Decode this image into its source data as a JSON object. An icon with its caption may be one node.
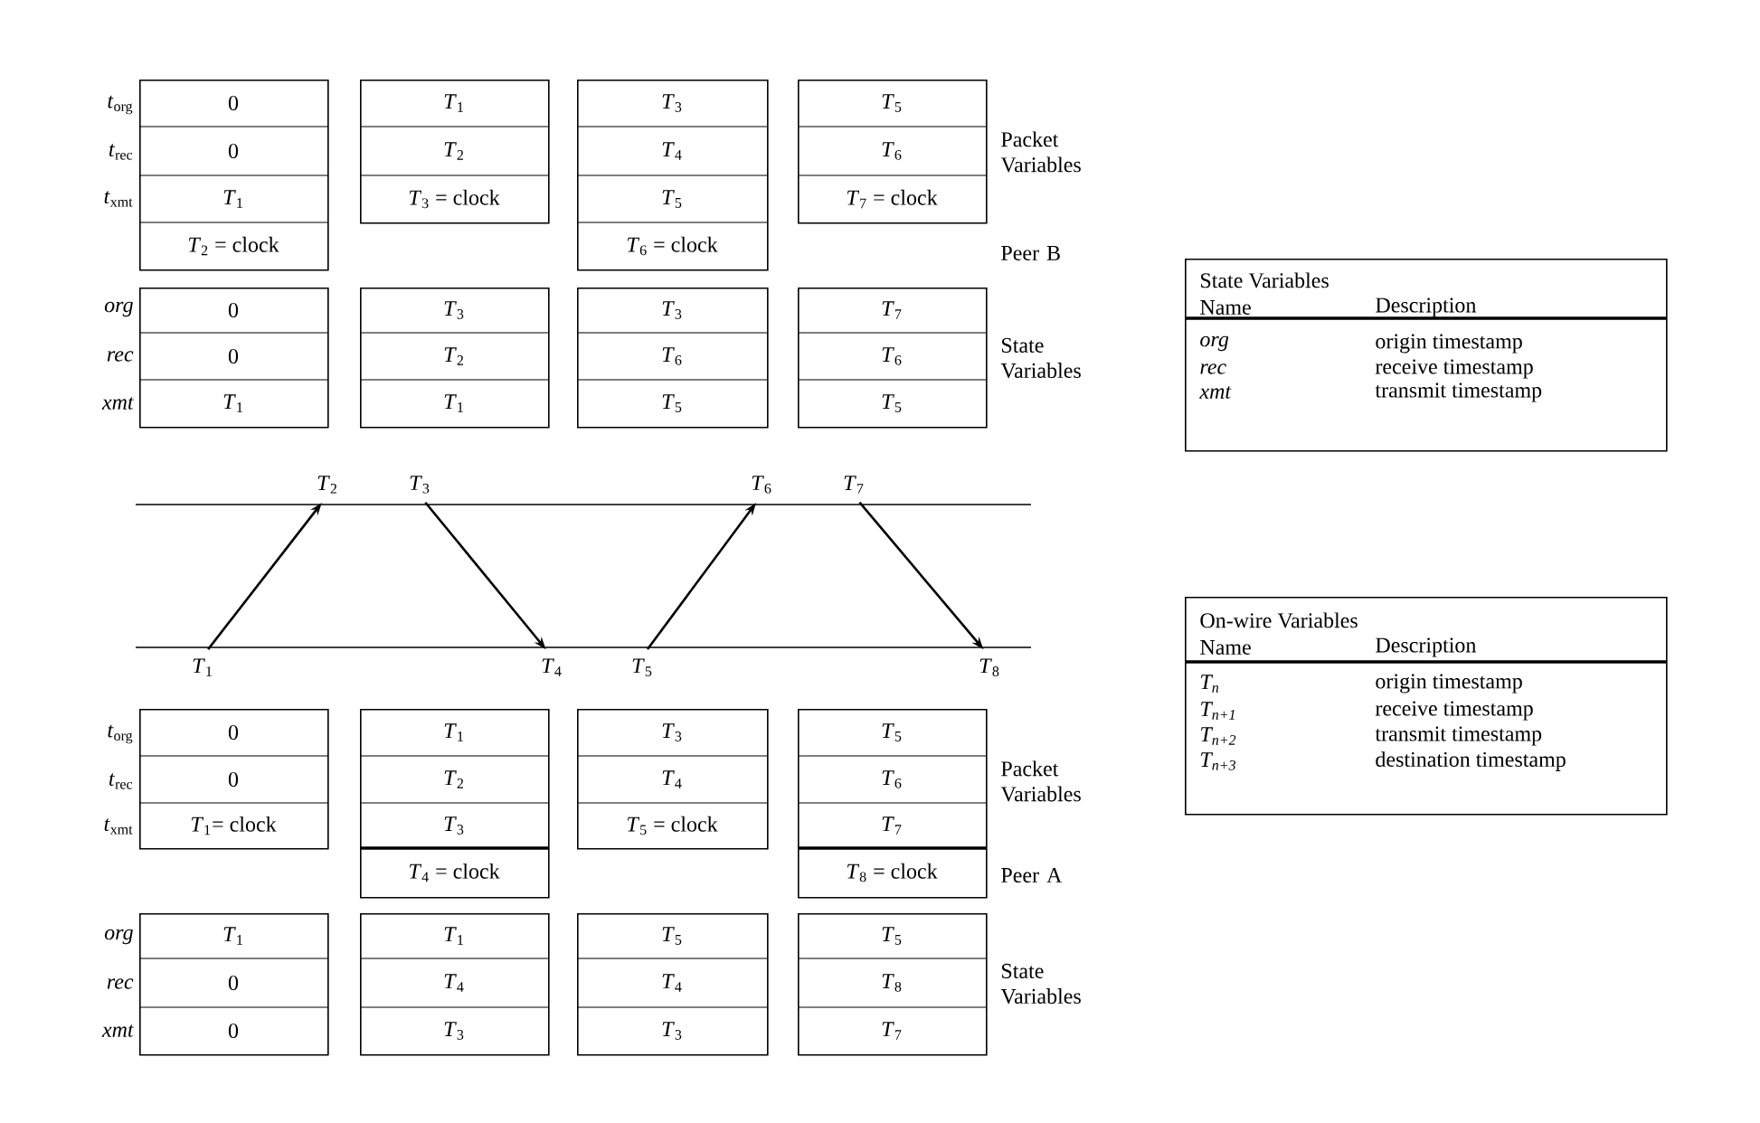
{
  "diagram": {
    "nodes": [
      {
        "text": [
          "0",
          "0",
          "*T*$_{1}$",
          "*T*$_{2}$ = clock"
        ]
      },
      {
        "text": [
          "*T*$_{1}$",
          "*T*$_{2}$",
          "*T*$_{3}$ = clock"
        ]
      },
      {
        "text": [
          "*T*$_{3}$",
          "*T*$_{4}$",
          "*T*$_{5}$",
          "*T*$_{6}$ = clock"
        ]
      },
      {
        "text": [
          "*T*$_{5}$",
          "*T*$_{6}$",
          "*T*$_{7}$ = clock"
        ]
      },
      {
        "text": [
          "0",
          "0",
          "*T*$_{1}$"
        ]
      },
      {
        "text": [
          "*T*$_{3}$",
          "*T*$_{2}$",
          "*T*$_{1}$"
        ]
      },
      {
        "text": [
          "*T*$_{3}$",
          "*T*$_{6}$",
          "*T*$_{5}$"
        ]
      },
      {
        "text": [
          "*T*$_{7}$",
          "*T*$_{6}$",
          "*T*$_{5}$"
        ]
      },
      {
        "text": [
          "*T*$_{2}$"
        ]
      },
      {
        "text": [
          "*T*$_{3}$"
        ]
      },
      {
        "text": [
          "*T*$_{6}$"
        ]
      },
      {
        "text": [
          "*T*$_{7}$"
        ]
      },
      {
        "text": [
          "*T*$_{1}$"
        ]
      },
      {
        "text": [
          "*T*$_{4}$"
        ]
      },
      {
        "text": [
          "*T*$_{5}$"
        ]
      },
      {
        "text": [
          "*T*$_{8}$"
        ]
      },
      {
        "text": [
          "0",
          "0",
          "*T*$_{1}$= clock"
        ]
      },
      {
        "text": [
          "*T*$_{1}$",
          "*T*$_{2}$",
          "*T*$_{3}$",
          "*T*$_{4}$ = clock"
        ]
      },
      {
        "text": [
          "*T*$_{3}$",
          "*T*$_{4}$",
          "*T*$_{5}$ = clock"
        ]
      },
      {
        "text": [
          "*T*$_{5}$",
          "*T*$_{6}$",
          "*T*$_{7}$",
          "*T*$_{8}$ = clock"
        ]
      },
      {
        "text": [
          "*T*$_{1}$",
          "0",
          "0"
        ]
      },
      {
        "text": [
          "*T*$_{1}$",
          "*T*$_{4}$",
          "*T*$_{3}$"
        ]
      },
      {
        "text": [
          "*T*$_{5}$",
          "*T*$_{4}$",
          "*T*$_{3}$"
        ]
      },
      {
        "text": [
          "*T*$_{5}$",
          "*T*$_{8}$",
          "*T*$_{7}$"
        ]
      },
      {
        "text": [
          "State Variables",
          "Name",
          "Description",
          "org",
          "origin timestamp",
          "rec",
          "receive timestamp",
          "xmt",
          "transmit timestamp"
        ]
      },
      {
        "text": [
          "On-wire Variables",
          "Name",
          "Description",
          "*T*$_{n}$",
          "origin timestamp",
          "*T*$_{n+1}$",
          "receive timestamp",
          "*T*$_{n+2}$",
          "transmit timestamp",
          "*T*$_{n+3}$",
          "destination timestamp"
        ]
      }
    ],
    "edges": [
      {
        "from": 12,
        "to": 8,
        "arrow": "to"
      },
      {
        "from": 9,
        "to": 13,
        "arrow": "to"
      },
      {
        "from": 14,
        "to": 10,
        "arrow": "to"
      },
      {
        "from": 11,
        "to": 15,
        "arrow": "to"
      }
    ],
    "labels": [
      "*t*$_{org}$",
      "*t*$_{rec}$",
      "*t*$_{xmt}$",
      "Packet Variables",
      "Peer B",
      "org",
      "rec",
      "xmt",
      "State Variables",
      "*t*$_{org}$",
      "*t*$_{rec}$",
      "*t*$_{xmt}$",
      "Packet Variables",
      "Peer A",
      "org",
      "rec",
      "xmt",
      "State Variables"
    ]
  }
}
